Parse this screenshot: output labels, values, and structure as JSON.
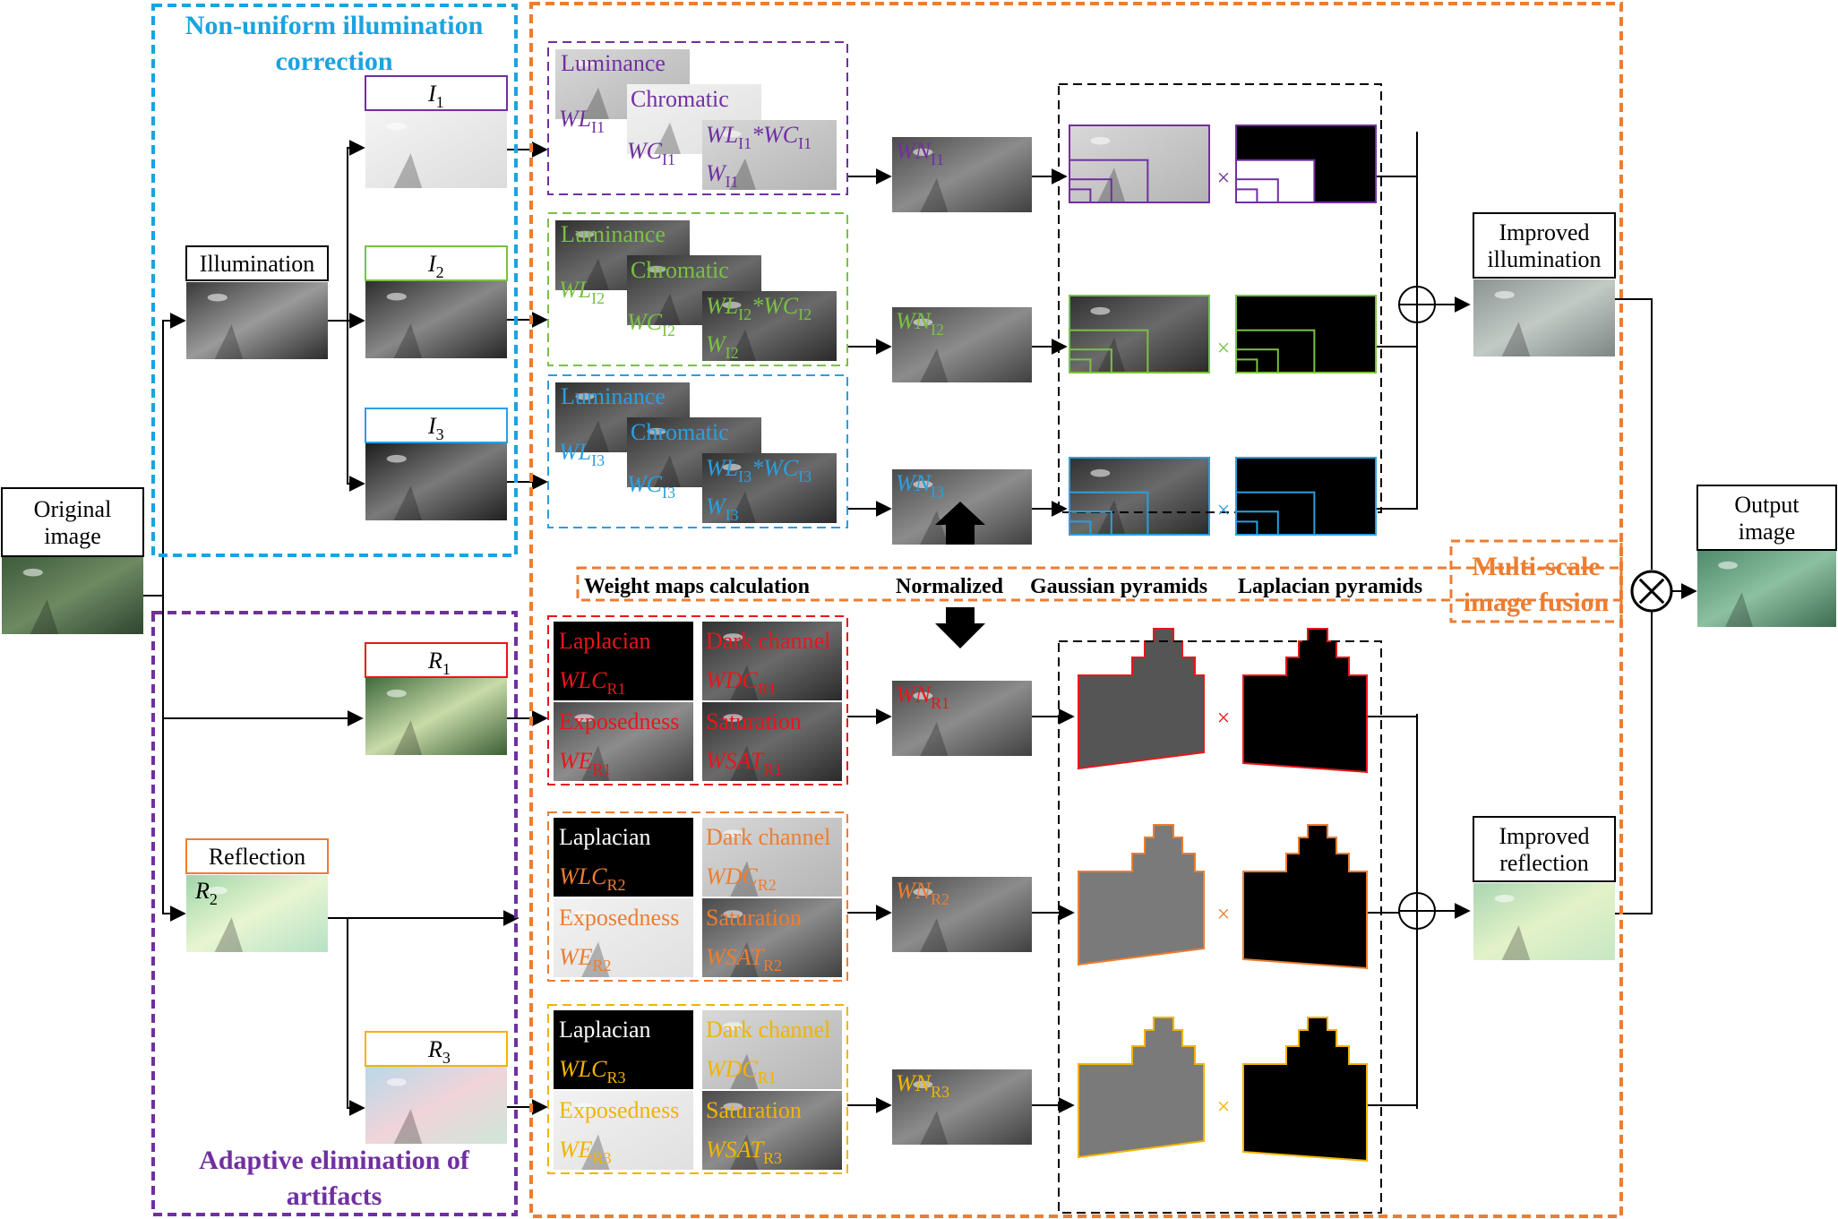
{
  "sections": {
    "illumination_title": [
      "Non-uniform illumination",
      "correction"
    ],
    "artifacts_title": [
      "Adaptive elimination of",
      "artifacts"
    ],
    "fusion_title": [
      "Multi-scale",
      "image fusion"
    ]
  },
  "colors": {
    "cyan": "#1aa3e0",
    "purple": "#7030a0",
    "orange": "#ed7d31",
    "green": "#7ac143",
    "blue": "#4a8fd4",
    "red": "#e8161b",
    "yellow": "#f0b400",
    "i1": "#7030a0",
    "i2": "#7ac143",
    "i3": "#2a9fe0",
    "r1": "#e8161b",
    "r2": "#ed7d31",
    "r3": "#f0b400"
  },
  "inputs": {
    "original_label": [
      "Original",
      "image"
    ],
    "illumination_label": "Illumination",
    "reflection_label": "Reflection",
    "r2_label": {
      "base": "R",
      "sub": "2"
    }
  },
  "illum_rows": [
    {
      "name": {
        "base": "I",
        "sub": "1"
      },
      "sub": "I1",
      "weights": [
        "Luminance",
        "Chromatic"
      ],
      "wl": "WL",
      "wc": "WC",
      "w": "W",
      "norm": {
        "base": "WN",
        "sub": "I1"
      }
    },
    {
      "name": {
        "base": "I",
        "sub": "2"
      },
      "sub": "I2",
      "weights": [
        "Luminance",
        "Chromatic"
      ],
      "wl": "WL",
      "wc": "WC",
      "w": "W",
      "norm": {
        "base": "WN",
        "sub": "I2"
      }
    },
    {
      "name": {
        "base": "I",
        "sub": "3"
      },
      "sub": "I3",
      "weights": [
        "Luminance",
        "Chromatic"
      ],
      "wl": "WL",
      "wc": "WC",
      "w": "W",
      "norm": {
        "base": "WN",
        "sub": "I3"
      }
    }
  ],
  "refl_rows": [
    {
      "name": {
        "base": "R",
        "sub": "1"
      },
      "weights": [
        "Laplacian",
        "Dark channel",
        "Exposedness",
        "Saturation"
      ],
      "wlc": {
        "base": "WLC",
        "sub": "R1"
      },
      "wdc": {
        "base": "WDC",
        "sub": "R1"
      },
      "we": {
        "base": "WE",
        "sub": "R1"
      },
      "wsat": {
        "base": "WSAT",
        "sub": "R1"
      },
      "norm": {
        "base": "WN",
        "sub": "R1"
      }
    },
    {
      "name": {
        "base": "R",
        "sub": "2"
      },
      "weights": [
        "Laplacian",
        "Dark channel",
        "Exposedness",
        "Saturation"
      ],
      "wlc": {
        "base": "WLC",
        "sub": "R2"
      },
      "wdc": {
        "base": "WDC",
        "sub": "R2"
      },
      "we": {
        "base": "WE",
        "sub": "R2"
      },
      "wsat": {
        "base": "WSAT",
        "sub": "R2"
      },
      "norm": {
        "base": "WN",
        "sub": "R2"
      }
    },
    {
      "name": {
        "base": "R",
        "sub": "3"
      },
      "weights": [
        "Laplacian",
        "Dark channel",
        "Exposedness",
        "Saturation"
      ],
      "wlc": {
        "base": "WLC",
        "sub": "R3"
      },
      "wdc": {
        "base": "WDC",
        "sub": "R1"
      },
      "we": {
        "base": "WE",
        "sub": "R3"
      },
      "wsat": {
        "base": "WSAT",
        "sub": "R3"
      },
      "norm": {
        "base": "WN",
        "sub": "R3"
      }
    }
  ],
  "stage_labels": {
    "weight_maps": "Weight maps calculation",
    "normalized": "Normalized",
    "gaussian": "Gaussian pyramids",
    "laplacian": "Laplacian pyramids"
  },
  "operators": {
    "multiply": "×"
  },
  "outputs": {
    "improved_illumination": [
      "Improved",
      "illumination"
    ],
    "improved_reflection": [
      "Improved",
      "reflection"
    ],
    "output": [
      "Output",
      "image"
    ]
  }
}
